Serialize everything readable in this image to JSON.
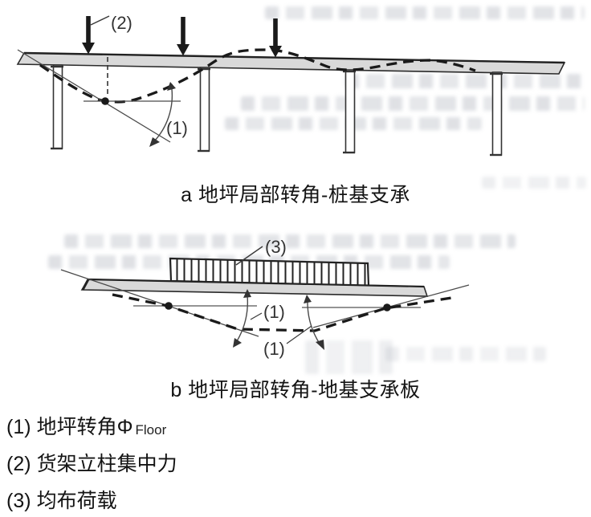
{
  "figure_a": {
    "caption": "a 地坪局部转角-桩基支承",
    "label_load": "(2)",
    "label_angle": "(1)"
  },
  "figure_b": {
    "caption": "b 地坪局部转角-地基支承板",
    "label_load": "(3)",
    "label_angle_left": "(1)",
    "label_angle_right": "(1)"
  },
  "legend": {
    "items": [
      {
        "marker": "(1)",
        "text": "地坪转角Φ",
        "sub": "Floor"
      },
      {
        "marker": "(2)",
        "text": "货架立柱集中力",
        "sub": ""
      },
      {
        "marker": "(3)",
        "text": "均布荷载",
        "sub": ""
      }
    ]
  },
  "colors": {
    "slab_fill": "#d9d9d9",
    "ink": "#1f1f1f",
    "thin_line": "#4a4a4a",
    "ghost_text": "#949aa7"
  }
}
